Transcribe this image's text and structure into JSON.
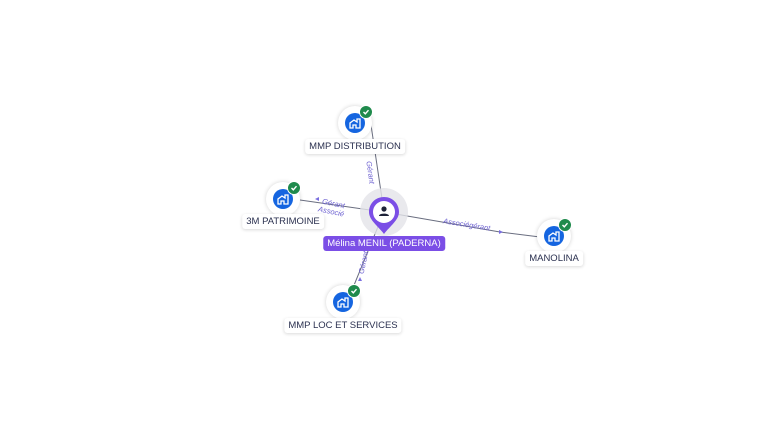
{
  "center": {
    "name": "Mélina MENIL (PADERNA)",
    "icon": "person-icon",
    "color": "#7b4ee6"
  },
  "companies": [
    {
      "id": "mmp-distribution",
      "name": "MMP DISTRIBUTION",
      "icon": "building-icon",
      "status": "verified"
    },
    {
      "id": "3m-patrimoine",
      "name": "3M PATRIMOINE",
      "icon": "building-icon",
      "status": "verified"
    },
    {
      "id": "manolina",
      "name": "MANOLINA",
      "icon": "building-icon",
      "status": "verified"
    },
    {
      "id": "mmp-loc",
      "name": "MMP LOC ET SERVICES",
      "icon": "building-icon",
      "status": "verified"
    }
  ],
  "edges": [
    {
      "to": "mmp-distribution",
      "labels": [
        "Gérant"
      ]
    },
    {
      "to": "3m-patrimoine",
      "labels": [
        "Gérant",
        "Associé"
      ]
    },
    {
      "to": "manolina",
      "labels": [
        "Associégérant"
      ]
    },
    {
      "to": "mmp-loc",
      "labels": [
        "Gérant"
      ]
    }
  ],
  "colors": {
    "company": "#1565e0",
    "verified": "#1f8a4c",
    "edge": "#5a5e6e",
    "edge_label": "#6b5fd0"
  }
}
